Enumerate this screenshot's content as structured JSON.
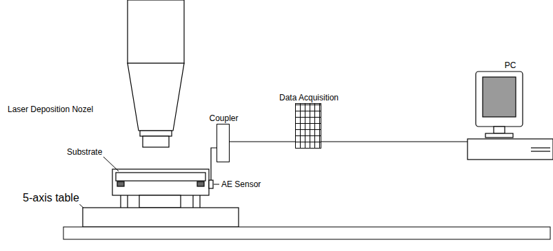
{
  "diagram": {
    "nodes": [
      {
        "text": [
          "Coupler"
        ]
      },
      {
        "text": [
          "Data Acquisition"
        ]
      },
      {
        "text": [
          "PC"
        ]
      }
    ],
    "edges": [
      {
        "from": 0,
        "to": 1,
        "arrow": "none"
      },
      {
        "from": 1,
        "to": 2,
        "arrow": "none"
      }
    ],
    "labels": [
      "Laser Deposition Nozel",
      "Substrate",
      "5-axis table",
      "AE Sensor"
    ]
  }
}
